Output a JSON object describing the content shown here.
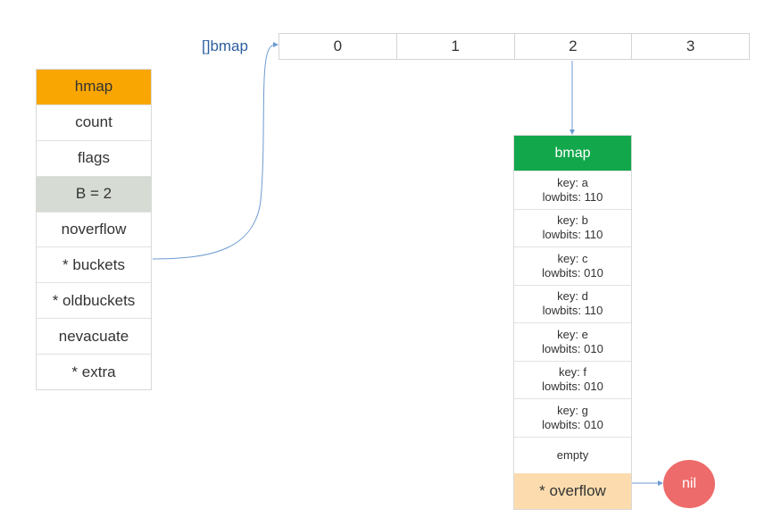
{
  "hmap": {
    "title": "hmap",
    "fields": [
      "count",
      "flags",
      "B = 2",
      "noverflow",
      "* buckets",
      "* oldbuckets",
      "nevacuate",
      "* extra"
    ]
  },
  "buckets_array": {
    "label": "[]bmap",
    "slots": [
      "0",
      "1",
      "2",
      "3"
    ]
  },
  "bmap": {
    "title": "bmap",
    "entries": [
      {
        "key": "key: a",
        "lowbits": "lowbits: 110"
      },
      {
        "key": "key: b",
        "lowbits": "lowbits: 110"
      },
      {
        "key": "key: c",
        "lowbits": "lowbits: 010"
      },
      {
        "key": "key: d",
        "lowbits": "lowbits: 110"
      },
      {
        "key": "key: e",
        "lowbits": "lowbits: 010"
      },
      {
        "key": "key: f",
        "lowbits": "lowbits: 010"
      },
      {
        "key": "key: g",
        "lowbits": "lowbits: 010"
      }
    ],
    "empty": "empty",
    "overflow": "* overflow"
  },
  "nil": "nil",
  "colors": {
    "hmap_header": "#f9a602",
    "highlight_field": "#d6dbd3",
    "bmap_header": "#12a74b",
    "overflow": "#fcdcae",
    "nil": "#ee6b6b",
    "connector": "#6b9bd1",
    "array_label": "#2e5f9e"
  }
}
